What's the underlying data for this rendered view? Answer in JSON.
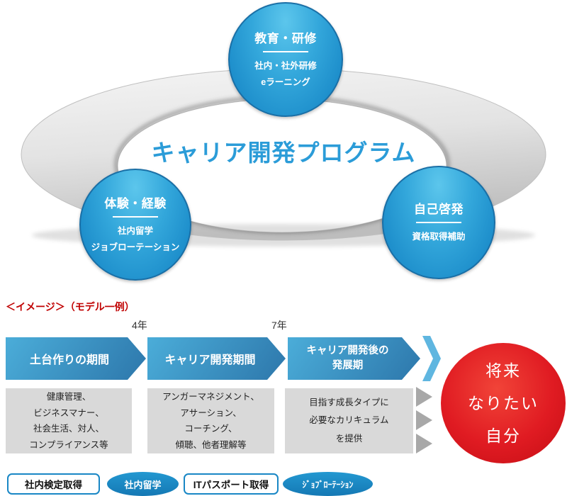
{
  "hub": {
    "title": "キャリア開発プログラム",
    "circles": [
      {
        "title": "教育・研修",
        "lines": [
          "社内・社外研修",
          "eラーニング"
        ]
      },
      {
        "title": "体験・経験",
        "lines": [
          "社内留学",
          "ジョブローテーション"
        ]
      },
      {
        "title": "自己啓発",
        "lines": [
          "資格取得補助"
        ]
      }
    ]
  },
  "timeline": {
    "caption": "＜イメージ＞（モデル一例）",
    "year_markers": [
      "4年",
      "7年"
    ],
    "stages": [
      {
        "label": "土台作りの期間",
        "details": [
          "健康管理、",
          "ビジネスマナー、",
          "社会生活、対人、",
          "コンプライアンス等"
        ]
      },
      {
        "label": "キャリア開発期間",
        "details": [
          "アンガーマネジメント、",
          "アサーション、",
          "コーチング、",
          "傾聴、他者理解等"
        ]
      },
      {
        "label": "キャリア開発後の発展期",
        "label_lines": [
          "キャリア開発後の",
          "発展期"
        ],
        "details": [
          "目指す成長タイプに",
          "必要なカリキュラム",
          "を提供"
        ]
      }
    ],
    "goal": {
      "lines": [
        "将来",
        "なりたい",
        "自分"
      ]
    }
  },
  "badges": [
    {
      "label": "社内検定取得",
      "shape": "rect"
    },
    {
      "label": "社内留学",
      "shape": "ellipse"
    },
    {
      "label": "ITパスポート取得",
      "shape": "rect"
    },
    {
      "label": "ｼﾞｮﾌﾞﾛｰﾃｰｼｮﾝ",
      "shape": "ellipse"
    }
  ],
  "colors": {
    "node_blue_top": "#5cc6ec",
    "node_blue_bottom": "#1180c2",
    "node_border": "#1a6fa6",
    "title_blue": "#2b9cd8",
    "arrow_blue_light": "#4badd9",
    "arrow_blue_dark": "#2d77ab",
    "chevron_blue": "#5fb6e0",
    "caption_red": "#c00000",
    "goal_red": "#e01b22",
    "box_gray": "#d9d9d9",
    "triangle_gray": "#a8a8a8",
    "badge_blue": "#1987c5"
  }
}
